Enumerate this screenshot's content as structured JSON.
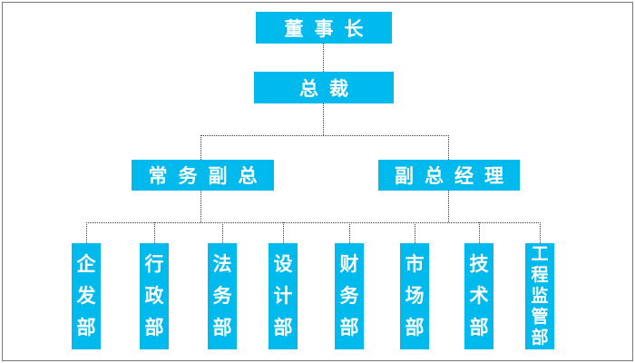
{
  "org_chart": {
    "nodes": {
      "chairman": {
        "label": "董事长",
        "level": 1
      },
      "president": {
        "label": "总裁",
        "level": 2
      },
      "executive_vp": {
        "label": "常务副总",
        "level": 3
      },
      "deputy_gm": {
        "label": "副总经理",
        "level": 3
      }
    },
    "departments": [
      {
        "label": "企发部"
      },
      {
        "label": "行政部"
      },
      {
        "label": "法务部"
      },
      {
        "label": "设计部"
      },
      {
        "label": "财务部"
      },
      {
        "label": "市场部"
      },
      {
        "label": "技术部"
      },
      {
        "label": "工程监管部"
      }
    ],
    "connector_style": "dotted",
    "colors": {
      "node_fill": "#00baee",
      "node_text": "#ffffff",
      "connector": "#404040",
      "frame_border": "#7a7a7a",
      "background": "#ffffff"
    }
  }
}
